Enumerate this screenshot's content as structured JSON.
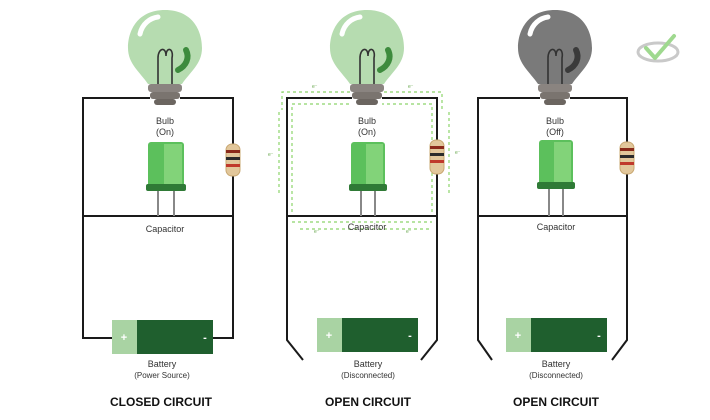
{
  "colors": {
    "bulb_on": "#b6dcb0",
    "bulb_off": "#7a7a7a",
    "bulb_base": "#8a8480",
    "capacitor": "#5cc05c",
    "capacitor_dark": "#3d8b3d",
    "battery_dark": "#1f5f2e",
    "battery_light": "#a9d3a3",
    "wire": "#1a1a1a",
    "current": "#8cd46a"
  },
  "circuits": [
    {
      "bulb_label": "Bulb",
      "bulb_state": "(On)",
      "capacitor_label": "Capacitor",
      "battery_label": "Battery",
      "battery_note": "(Power Source)",
      "title": "CLOSED CIRCUIT"
    },
    {
      "bulb_label": "Bulb",
      "bulb_state": "(On)",
      "capacitor_label": "Capacitor",
      "battery_label": "Battery",
      "battery_note": "(Disconnected)",
      "title": "OPEN CIRCUIT"
    },
    {
      "bulb_label": "Bulb",
      "bulb_state": "(Off)",
      "capacitor_label": "Capacitor",
      "battery_label": "Battery",
      "battery_note": "(Disconnected)",
      "title": "OPEN CIRCUIT"
    }
  ],
  "battery_plus": "+",
  "battery_minus": "-",
  "current_marks": [
    "e⁻",
    "e⁻",
    "e⁻",
    "e⁻",
    "e⁻",
    "e⁻"
  ],
  "logo_icon": "check-logo-icon"
}
